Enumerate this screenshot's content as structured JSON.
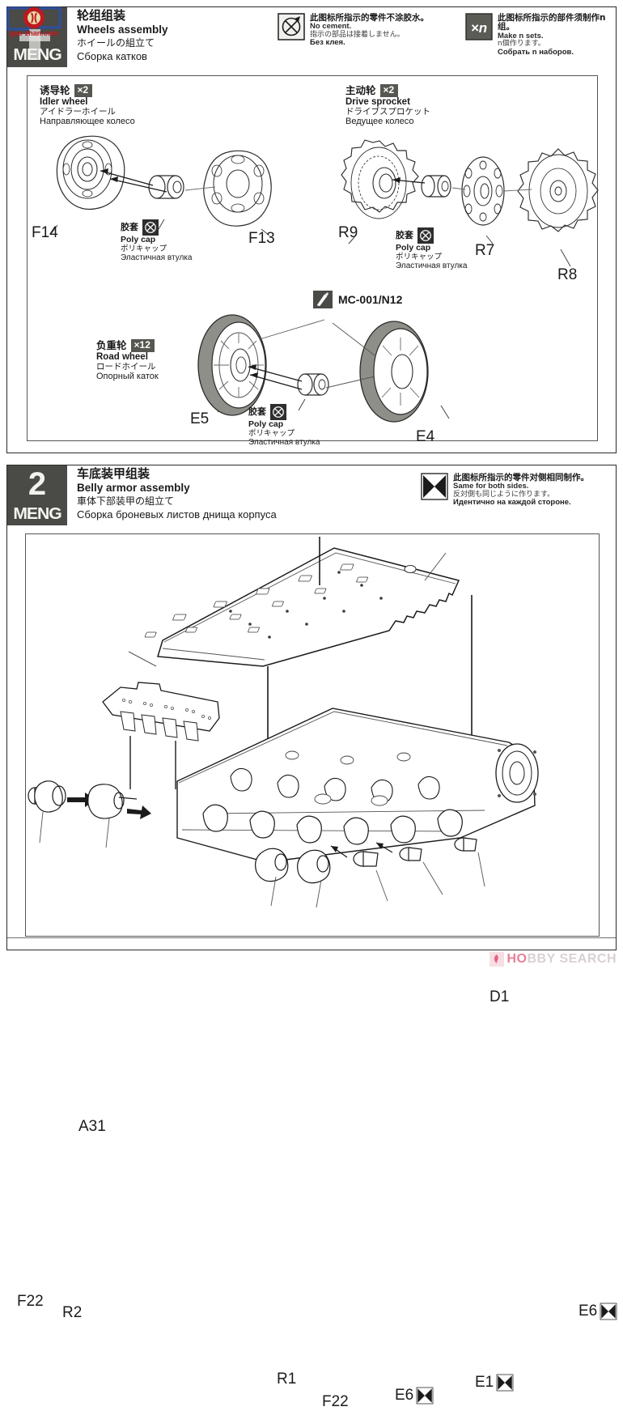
{
  "document": {
    "type": "model-kit-instruction-sheet",
    "brand": "MENG"
  },
  "watermarks": {
    "top_left_brand": "MENG",
    "top_left_site": "gao-zhan.com",
    "bottom_right": "HOBBY SEARCH",
    "bottom_right_prefix": "HO",
    "bottom_right_rest": "BBY SEARCH"
  },
  "steps": [
    {
      "number": "",
      "title_cn": "轮组组装",
      "title_en": "Wheels assembly",
      "title_jp": "ホイールの組立て",
      "title_ru": "Сборка катков"
    },
    {
      "number": "2",
      "title_cn": "车底装甲组装",
      "title_en": "Belly armor assembly",
      "title_jp": "車体下部装甲の組立て",
      "title_ru": "Сборка броневых листов днища корпуса"
    }
  ],
  "legends": [
    {
      "icon": "no-cement-icon",
      "cn": "此图标所指示的零件不涂胶水。",
      "en": "No cement.",
      "jp": "指示の部品は接着しません。",
      "ru": "Без клея."
    },
    {
      "icon": "make-n-sets-icon",
      "label": "xn",
      "cn": "此图标所指示的部件须制作n组。",
      "en": "Make n sets.",
      "jp": "n個作ります。",
      "ru": "Собрать n наборов."
    },
    {
      "icon": "same-both-sides-icon",
      "cn": "此图标所指示的零件对侧相同制作。",
      "en": "Same for both sides.",
      "jp": "反対側も同じように作ります。",
      "ru": "Идентично на каждой стороне."
    }
  ],
  "captions": [
    {
      "id": "idler-wheel",
      "cn": "诱导轮",
      "en": "Idler wheel",
      "jp": "アイドラーホイール",
      "ru": "Направляющее колесо",
      "qty": "×2"
    },
    {
      "id": "drive-sprocket",
      "cn": "主动轮",
      "en": "Drive sprocket",
      "jp": "ドライブスプロケット",
      "ru": "Ведущее колесо",
      "qty": "×2"
    },
    {
      "id": "road-wheel",
      "cn": "负重轮",
      "en": "Road wheel",
      "jp": "ロードホイール",
      "ru": "Опорный каток",
      "qty": "×12"
    }
  ],
  "polycap": {
    "cn": "胶套",
    "en": "Poly cap",
    "jp": "ポリキャップ",
    "ru": "Эластичная втулка"
  },
  "tool_callout": {
    "label": "MC-001/N12",
    "icon": "hobby-knife-icon"
  },
  "part_labels": {
    "panel1": [
      {
        "id": "F14",
        "text": "F14"
      },
      {
        "id": "F13",
        "text": "F13"
      },
      {
        "id": "R9",
        "text": "R9"
      },
      {
        "id": "R7",
        "text": "R7"
      },
      {
        "id": "R8",
        "text": "R8"
      },
      {
        "id": "E5",
        "text": "E5"
      },
      {
        "id": "E4",
        "text": "E4"
      }
    ],
    "panel2": [
      {
        "id": "D1",
        "text": "D1",
        "mark": ""
      },
      {
        "id": "A31",
        "text": "A31",
        "mark": ""
      },
      {
        "id": "F22-left",
        "text": "F22",
        "mark": ""
      },
      {
        "id": "R2",
        "text": "R2",
        "mark": ""
      },
      {
        "id": "R1",
        "text": "R1",
        "mark": ""
      },
      {
        "id": "F22-bottom",
        "text": "F22",
        "mark": ""
      },
      {
        "id": "E6-bottom",
        "text": "E6",
        "mark": "bowtie"
      },
      {
        "id": "E1",
        "text": "E1",
        "mark": "bowtie"
      },
      {
        "id": "E6-right",
        "text": "E6",
        "mark": "bowtie"
      }
    ]
  },
  "colors": {
    "ink": "#1b1b1b",
    "badge": "#575752",
    "brand_box": "#4a4a46",
    "tire": "#8f8f8a",
    "watermark_pink": "#e8809a"
  }
}
